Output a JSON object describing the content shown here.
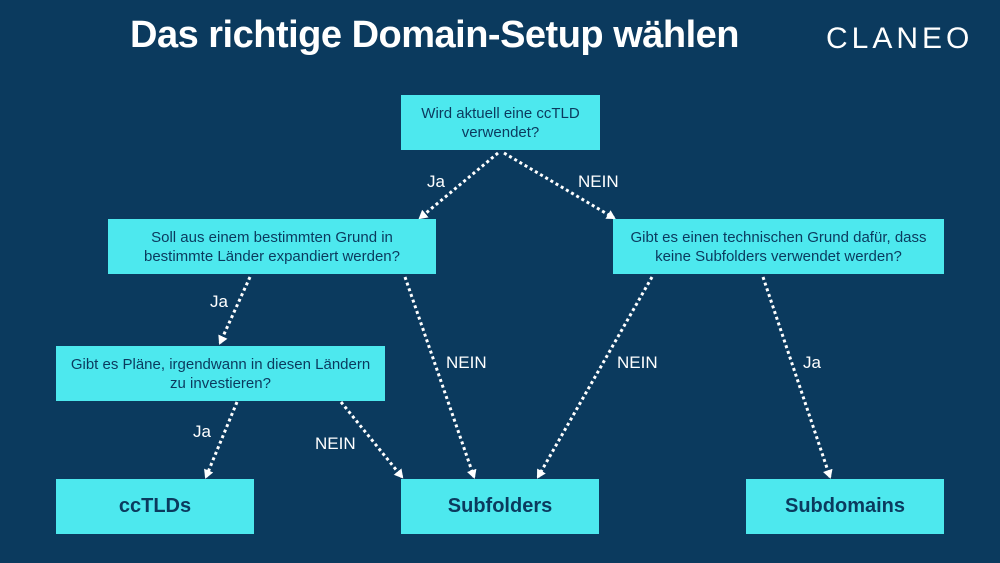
{
  "title": "Das richtige Domain-Setup wählen",
  "logo": "CLANEO",
  "colors": {
    "background": "#0b3a5e",
    "box": "#4de8ee",
    "box_text": "#0b3a5e",
    "arrow": "#ffffff"
  },
  "nodes": {
    "q1": "Wird aktuell eine ccTLD verwendet?",
    "q2": "Soll aus einem bestimmten Grund in bestimmte Länder expandiert werden?",
    "q3": "Gibt es einen technischen Grund dafür, dass keine Subfolders verwendet werden?",
    "q4": "Gibt es Pläne, irgendwann in diesen Ländern zu investieren?",
    "r_cctlds": "ccTLDs",
    "r_subfolders": "Subfolders",
    "r_subdomains": "Subdomains"
  },
  "edges": {
    "q1_ja": "Ja",
    "q1_nein": "NEIN",
    "q2_ja": "Ja",
    "q2_nein": "NEIN",
    "q3_nein": "NEIN",
    "q3_ja": "Ja",
    "q4_ja": "Ja",
    "q4_nein": "NEIN"
  }
}
